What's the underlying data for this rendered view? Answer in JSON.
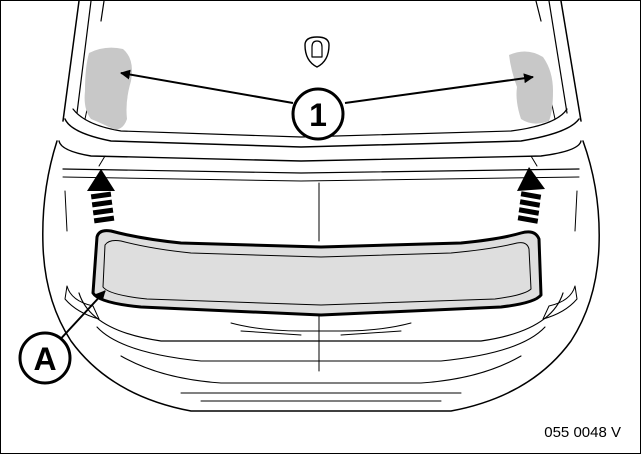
{
  "figure": {
    "callouts": {
      "one": "1",
      "a": "A"
    },
    "image_code": "055 0048 V"
  },
  "colors": {
    "line": "#000000",
    "fill_part": "#dedede",
    "fill_mark": "#c8c8c8",
    "background": "#ffffff"
  }
}
